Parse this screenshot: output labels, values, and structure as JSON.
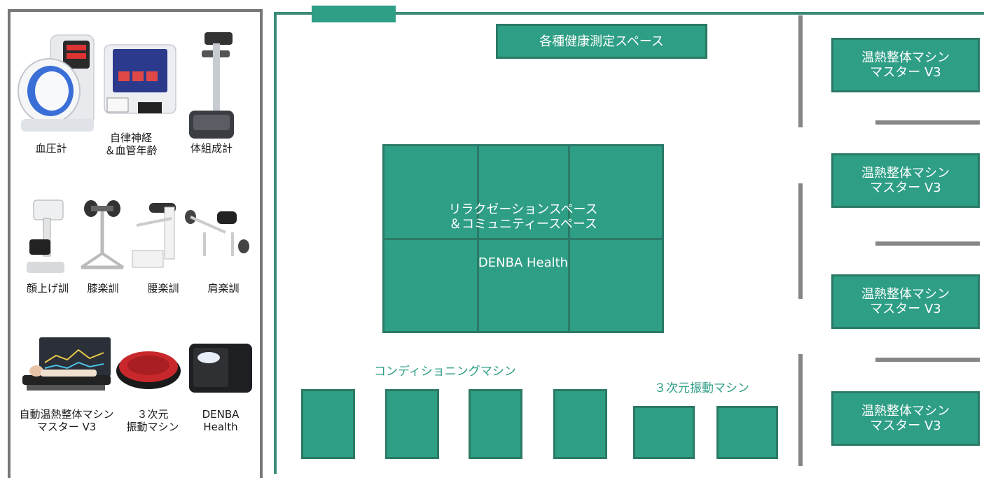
{
  "equipment": {
    "blood_pressure": "血圧計",
    "autonomic": "自律神経\n＆血管年齢",
    "body_composition": "体組成計",
    "face_lift_training": "顔上げ訓",
    "knee_training": "膝楽訓",
    "lumbar_training": "腰楽訓",
    "shoulder_training": "肩楽訓",
    "auto_thermal_bed": "自動温熱整体マシン\nマスター V3",
    "vibration_3d": "３次元\n振動マシン",
    "denba": "DENBA\nHealth"
  },
  "floor_plan": {
    "measurement_space": "各種健康測定スペース",
    "relaxation_space": "リラクゼーションスペース\n＆コミュニティースペース",
    "denba_health": "DENBA Health",
    "conditioning_label": "コンディショニングマシン",
    "vibration_label": "３次元振動マシン",
    "thermal_machines": [
      "温熱整体マシン\nマスター V3",
      "温熱整体マシン\nマスター V3",
      "温熱整体マシン\nマスター V3",
      "温熱整体マシン\nマスター V3"
    ]
  },
  "colors": {
    "teal": "#2e9e85",
    "teal_dark": "#2a7a66",
    "partition_gray": "#868686",
    "panel_border": "#777777"
  }
}
